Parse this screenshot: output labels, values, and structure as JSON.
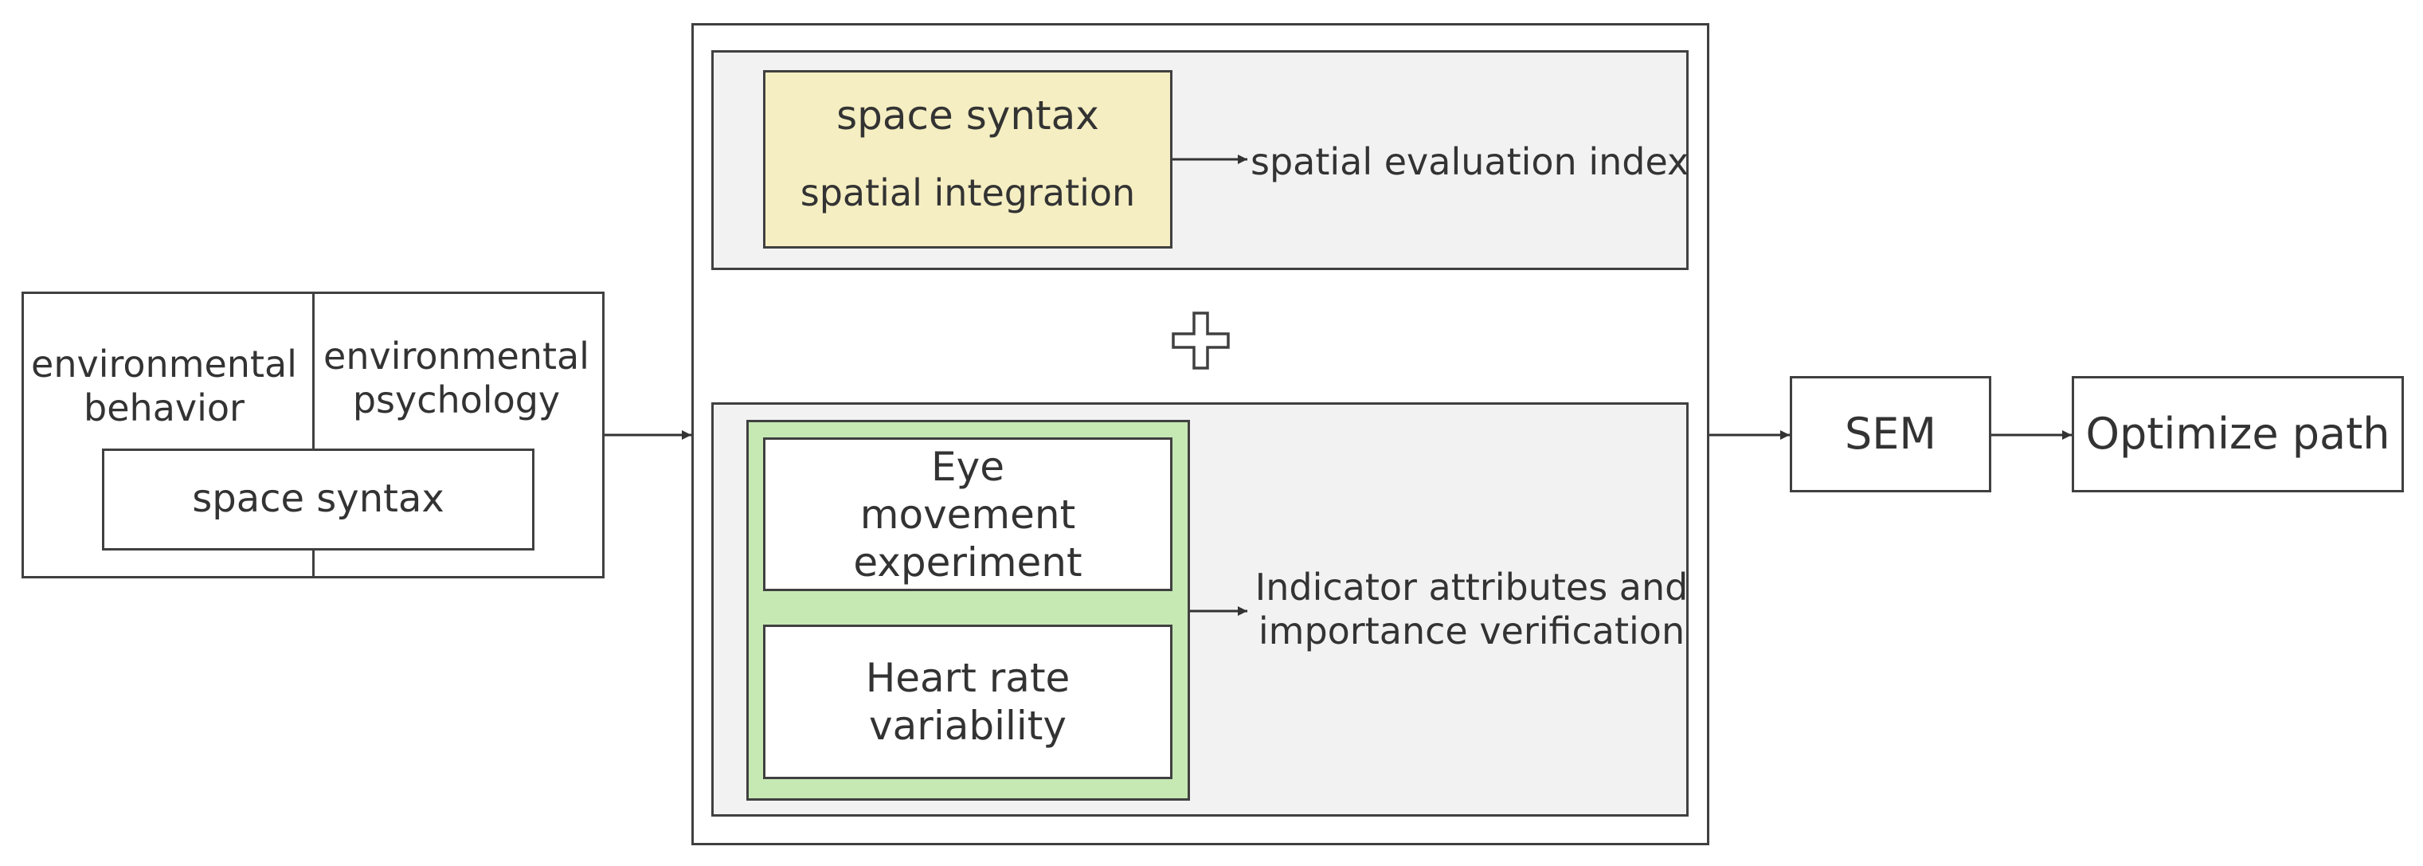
{
  "left_group": {
    "env_behavior": "environmental behavior",
    "env_psychology": "environmental psychology",
    "space_syntax": "space syntax"
  },
  "top_panel": {
    "title": "space syntax",
    "subtitle": "spatial integration",
    "result": "spatial evaluation index",
    "fill_color": "#f5eec2"
  },
  "plus_symbol": "plus",
  "bottom_panel": {
    "eye": "Eye movement experiment",
    "heart": "Heart rate variability",
    "result": "Indicator attributes and importance verification",
    "fill_color": "#c6e9b4"
  },
  "sem": "SEM",
  "optimize": "Optimize path",
  "colors": {
    "stroke": "#404040",
    "panel": "#f2f2f2",
    "text": "#333333"
  }
}
